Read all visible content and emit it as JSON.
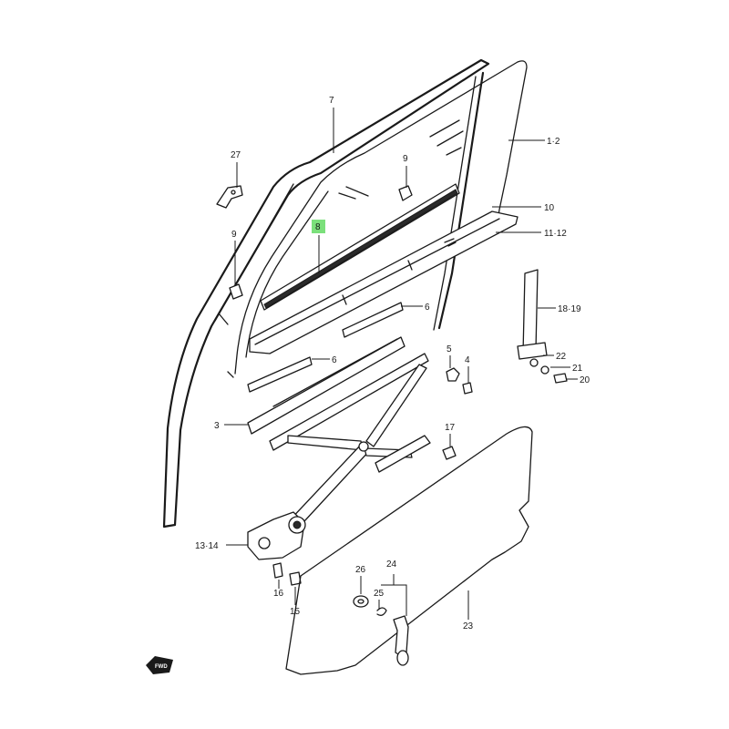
{
  "diagram": {
    "highlight_color": "#7be07b",
    "callouts": {
      "c7": "7",
      "c1_2": "1·2",
      "c27": "27",
      "c9a": "9",
      "c8": "8",
      "c10": "10",
      "c11_12": "11·12",
      "c9b": "9",
      "c6a": "6",
      "c6b": "6",
      "c18_19": "18·19",
      "c5": "5",
      "c4": "4",
      "c22": "22",
      "c21": "21",
      "c20": "20",
      "c3": "3",
      "c17": "17",
      "c13_14": "13·14",
      "c24": "24",
      "c26": "26",
      "c25": "25",
      "c16": "16",
      "c15": "15",
      "c23": "23"
    },
    "fwd_badge": "FWD"
  }
}
